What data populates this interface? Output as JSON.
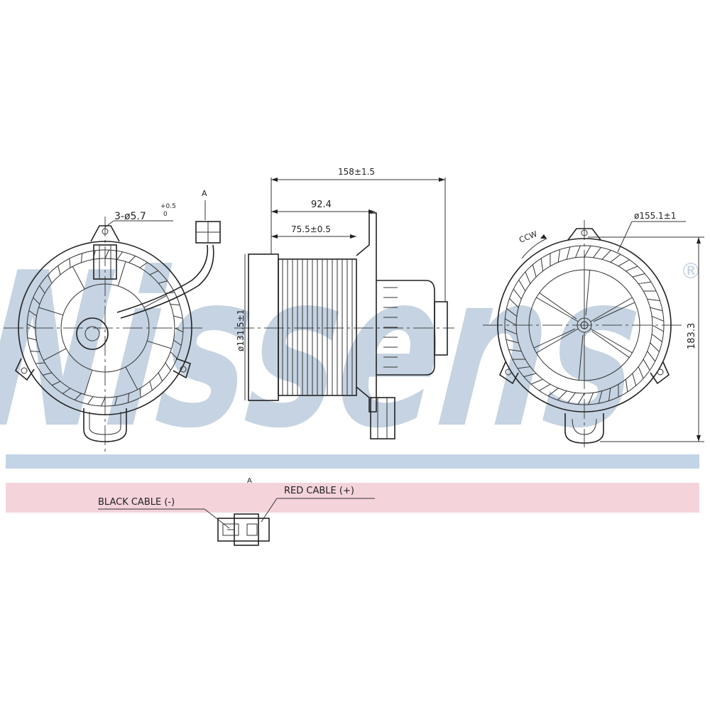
{
  "watermark": {
    "text": "Nissens",
    "registered": "®"
  },
  "colors": {
    "band_blue": "#c3d4e6",
    "band_pink": "#f4d3db",
    "watermark": "#c5d3e2",
    "line": "#222222"
  },
  "views": {
    "front": {
      "hole_callout": "3-ø5.7",
      "hole_tol_upper": "+0.5",
      "hole_tol_lower": "0",
      "section_marker": "A"
    },
    "side": {
      "length_overall": "158±1.5",
      "length_mid": "92.4",
      "length_wheel": "75.5±0.5",
      "wheel_diameter": "ø131.5±1"
    },
    "rear": {
      "rotation": "CCW",
      "housing_diameter": "ø155.1±1",
      "height": "183.3"
    }
  },
  "connector": {
    "section_marker": "A",
    "black_cable": "BLACK CABLE (-)",
    "red_cable": "RED CABLE (+)"
  }
}
